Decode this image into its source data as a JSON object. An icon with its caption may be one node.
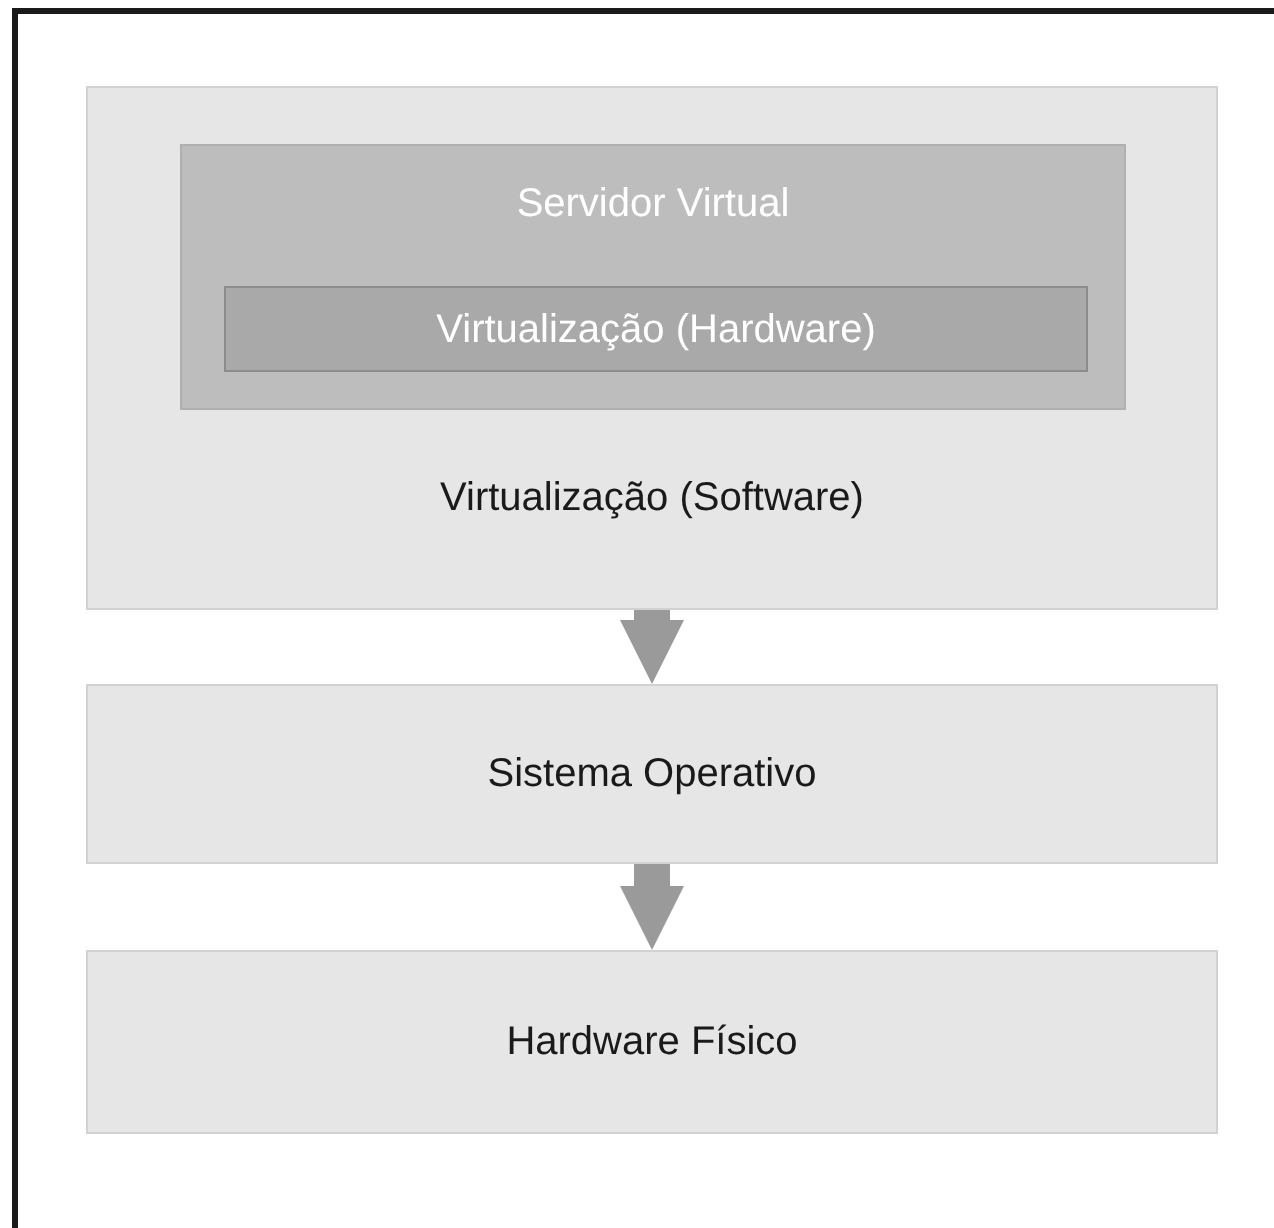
{
  "diagram": {
    "nodes": [
      {
        "text": [
          "Virtualização (Software)"
        ]
      },
      {
        "text": [
          "Servidor Virtual"
        ],
        "in": 0
      },
      {
        "text": [
          "Virtualização (Hardware)"
        ],
        "in": 1
      },
      {
        "text": [
          "Sistema Operativo"
        ]
      },
      {
        "text": [
          "Hardware Físico"
        ]
      }
    ],
    "edges": [
      {
        "from": 0,
        "to": 3,
        "arrow": "to"
      },
      {
        "from": 3,
        "to": 4,
        "arrow": "to"
      }
    ]
  }
}
